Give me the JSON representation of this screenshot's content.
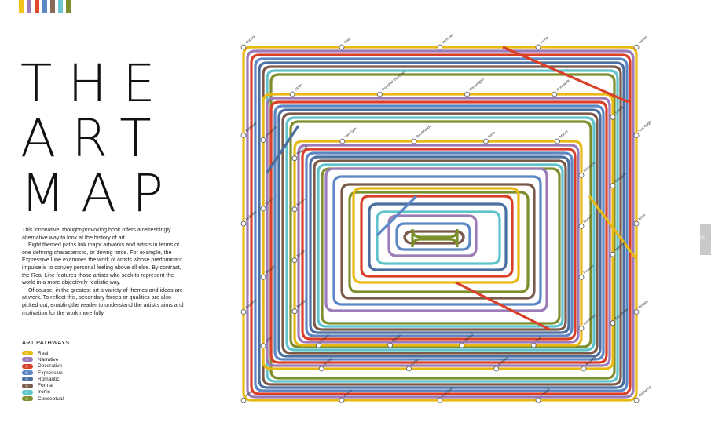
{
  "swatch_colors": [
    "#f0c419",
    "#9b7bb8",
    "#e04a2a",
    "#5b87c5",
    "#8b6a5a",
    "#6cc6cf",
    "#7c8f2c"
  ],
  "title": {
    "line1": "THE",
    "line2": "ART",
    "line3": "MAP"
  },
  "intro": {
    "p1": "This innovative, thought-provoking book offers a refreshingly alternative way to look at the history of art.",
    "p2": "Eight themed paths link major artworks and artists in terms of one defining characteristic, or driving force. For example, the Expressive Line examines the work of artists whose predominant impulse is to convey personal feeling above all else. By contrast, the Real Line features those artists who seek to represent the world in a more objectively realistic way.",
    "p3": "Of course, in the greatest art a variety of themes and ideas are at work. To reflect this, secondary forces or qualities are also picked out, enablingthe reader to understand the artist's aims and motivation for the work more fully."
  },
  "legend": {
    "heading": "ART PATHWAYS",
    "items": [
      {
        "label": "Real",
        "color": "#e8b914"
      },
      {
        "label": "Narrative",
        "color": "#9b7bb8"
      },
      {
        "label": "Decorative",
        "color": "#d9402a"
      },
      {
        "label": "Expressive",
        "color": "#5b87c5"
      },
      {
        "label": "Romantic",
        "color": "#4a6fa0"
      },
      {
        "label": "Formal",
        "color": "#7a5a4a"
      },
      {
        "label": "Ironic",
        "color": "#5fc3cc"
      },
      {
        "label": "Conceptual",
        "color": "#7c8f2c"
      }
    ]
  },
  "page_tab": "5",
  "stations": [
    "Duccio",
    "Giotto",
    "Van Eyck",
    "Titian",
    "Brueghel the Elder",
    "Rembrandt",
    "Vermeer",
    "Caravaggio",
    "Goya",
    "Turner",
    "Constable",
    "Manet",
    "Monet",
    "Degas",
    "Cézanne",
    "Van Gogh",
    "Gauguin",
    "Munch",
    "Klimt",
    "Matisse",
    "Picasso",
    "Braque",
    "Kandinsky",
    "Mondrian",
    "Duchamp",
    "Magritte",
    "Dalí",
    "Pollock",
    "Rothko",
    "Warhol",
    "Hockney",
    "Kahlo",
    "Bacon",
    "Freud",
    "Richter",
    "Koons",
    "Hirst",
    "Emin",
    "Banksy",
    "Kusama",
    "Hopper",
    "Wood",
    "Hokusai",
    "Dürer",
    "Bosch",
    "Botticelli",
    "Leonardo",
    "Raphael"
  ]
}
